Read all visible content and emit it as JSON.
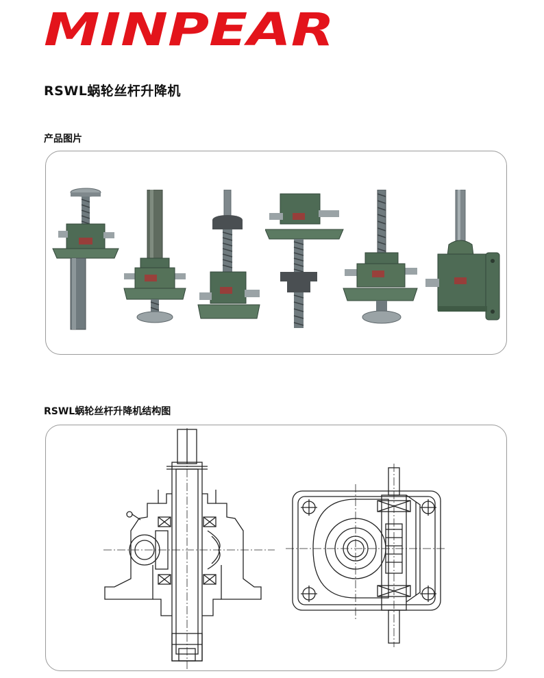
{
  "brand": {
    "logo_text": "MINPEAR",
    "logo_color": "#e3141b"
  },
  "document": {
    "title": "RSWL蜗轮丝杆升降机",
    "section_photos": "产品图片",
    "section_structure": "RSWL蜗轮丝杆升降机结构图"
  },
  "products": [
    {
      "id": "p1",
      "variant": "upper-plate-long-screw"
    },
    {
      "id": "p2",
      "variant": "bottom-plate-tube"
    },
    {
      "id": "p3",
      "variant": "screw-with-nut"
    },
    {
      "id": "p4",
      "variant": "inverted-with-nut"
    },
    {
      "id": "p5",
      "variant": "bottom-plate-screw"
    },
    {
      "id": "p6",
      "variant": "flanged-vertical"
    }
  ],
  "colors": {
    "housing": "#4e6b55",
    "housing_dark": "#33473a",
    "housing_light": "#7b9580",
    "steel": "#9aa3a6",
    "steel_dark": "#5f686c",
    "line": "#222222",
    "panel_border": "#9a9a9a"
  }
}
